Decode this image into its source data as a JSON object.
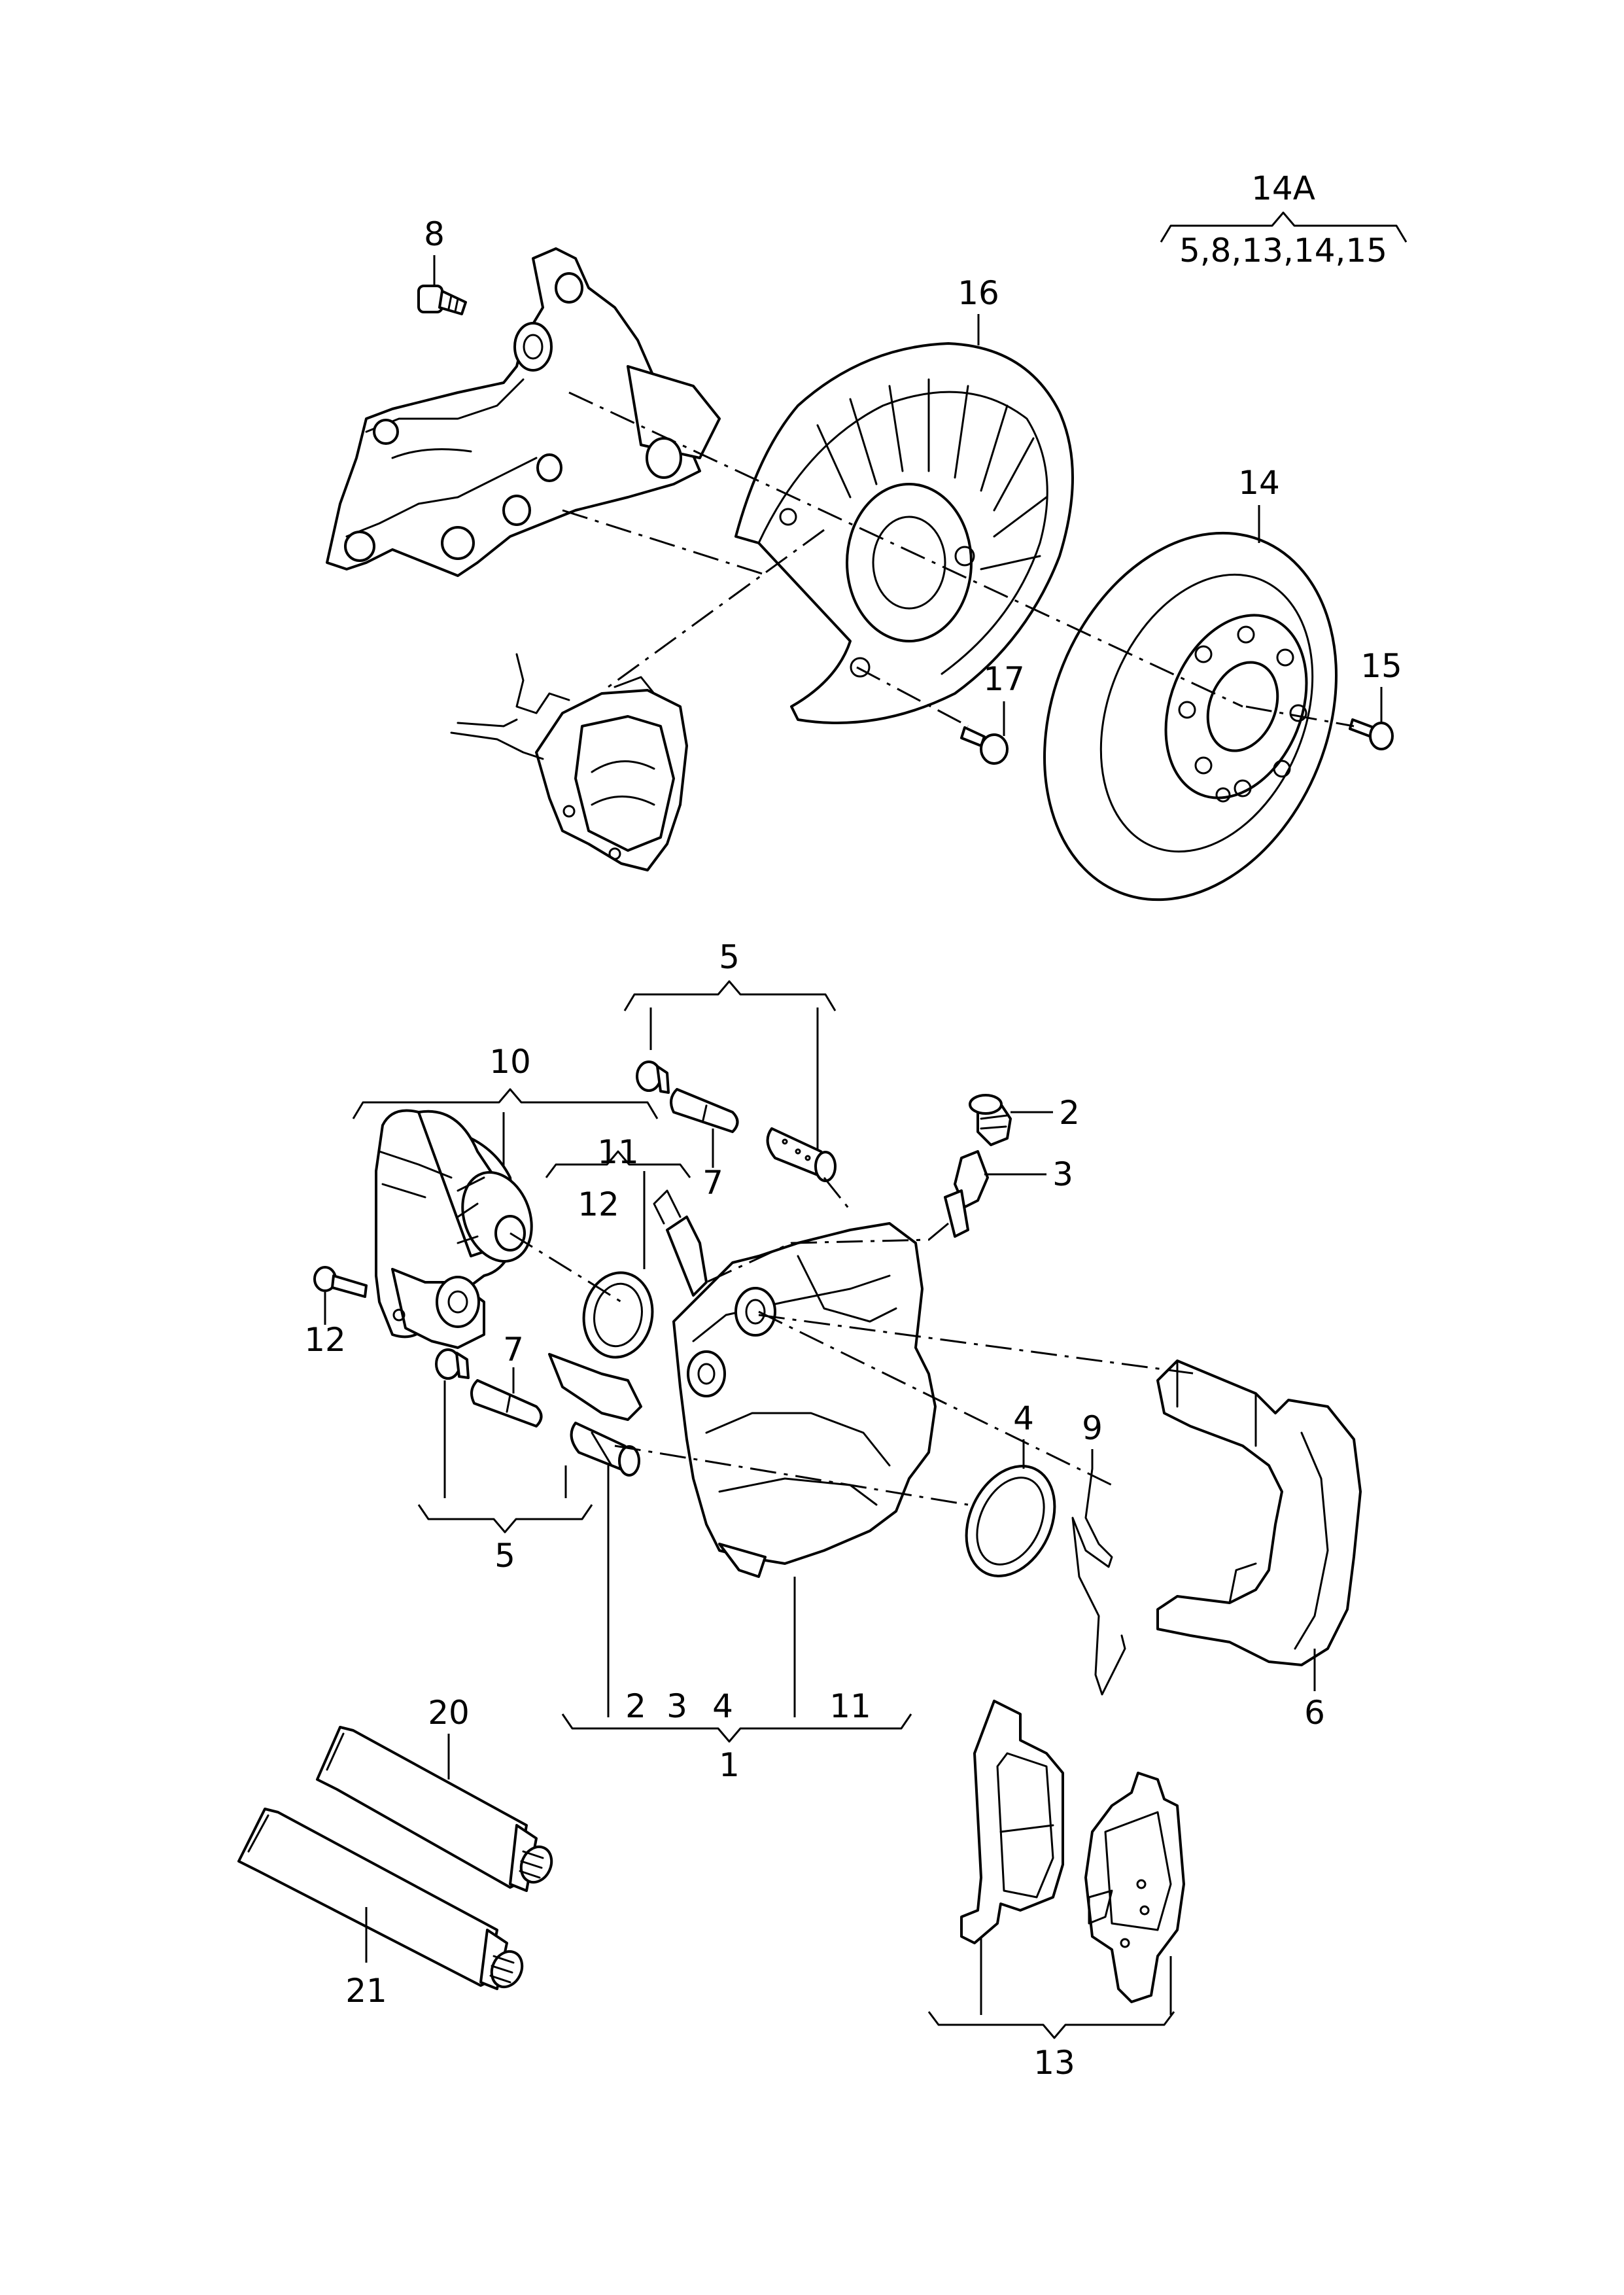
{
  "callouts": {
    "c1": "1",
    "c2": "2",
    "c3": "3",
    "c5_top": "5",
    "c5_bottom": "5",
    "c6": "6",
    "c7_top": "7",
    "c7_bottom": "7",
    "c8": "8",
    "c9": "9",
    "c10": "10",
    "c11_top": "11",
    "c12_top": "12",
    "c12_left": "12",
    "c13": "13",
    "c14": "14",
    "c14A": "14A",
    "c14A_items": "5,8,13,14,15",
    "c15": "15",
    "c16": "16",
    "c17": "17",
    "c20": "20",
    "c21": "21",
    "c1_item2": "2",
    "c1_item3": "3",
    "c1_item4": "4",
    "c1_item11": "11",
    "c4": "4"
  }
}
